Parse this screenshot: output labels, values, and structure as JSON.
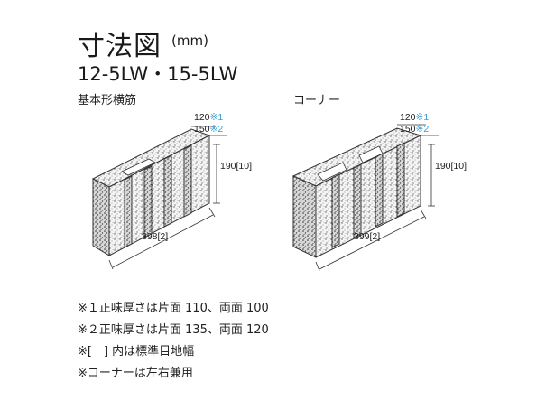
{
  "header": {
    "title": "寸法図",
    "unit": "(mm)",
    "model": "12-5LW・15-5LW"
  },
  "diagrams": {
    "basic": {
      "label": "基本形横筋",
      "width_120": "120",
      "mark_1": "※1",
      "width_150": "150",
      "mark_2": "※2",
      "height": "190[10]",
      "length": "398[2]"
    },
    "corner": {
      "label": "コーナー",
      "width_120": "120",
      "mark_1": "※1",
      "width_150": "150",
      "mark_2": "※2",
      "height": "190[10]",
      "length": "399[2]"
    }
  },
  "notes": [
    "※１正味厚さは片面 110、両面 100",
    "※２正味厚さは片面 135、両面 120",
    "※[　] 内は標準目地幅",
    "※コーナーは左右兼用"
  ],
  "colors": {
    "mark": "#3aa0d8",
    "line": "#333333"
  }
}
